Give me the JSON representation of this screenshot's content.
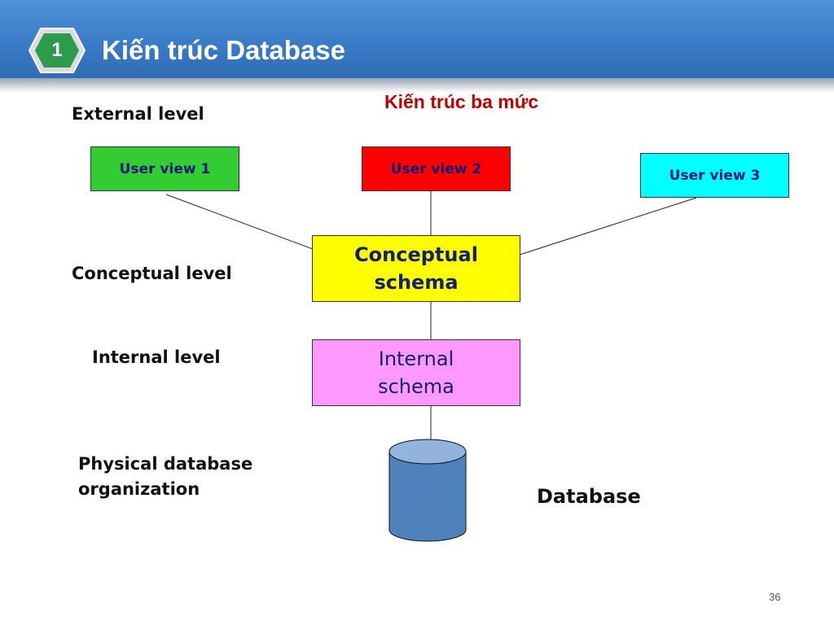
{
  "slide": {
    "number": "1",
    "title": "Kiến trúc Database",
    "subtitle": "Kiến trúc ba mức",
    "page_number": "36"
  },
  "levels": {
    "external": "External level",
    "conceptual": "Conceptual level",
    "internal": "Internal level",
    "physical_line1": "Physical database",
    "physical_line2": "organization"
  },
  "user_views": [
    {
      "label": "User view 1",
      "color": "#33cc33"
    },
    {
      "label": "User view 2",
      "color": "#ff0000"
    },
    {
      "label": "User view 3",
      "color": "#00ffff"
    }
  ],
  "conceptual_schema": {
    "line1": "Conceptual",
    "line2": "schema",
    "color": "#ffff00"
  },
  "internal_schema": {
    "line1": "Internal",
    "line2": "schema",
    "color": "#ff99ff"
  },
  "database": {
    "label": "Database",
    "color": "#4f81bd"
  },
  "colors": {
    "header": "#3a7cc7",
    "badge": "#2e9a4c",
    "subtitle": "#c00000"
  }
}
